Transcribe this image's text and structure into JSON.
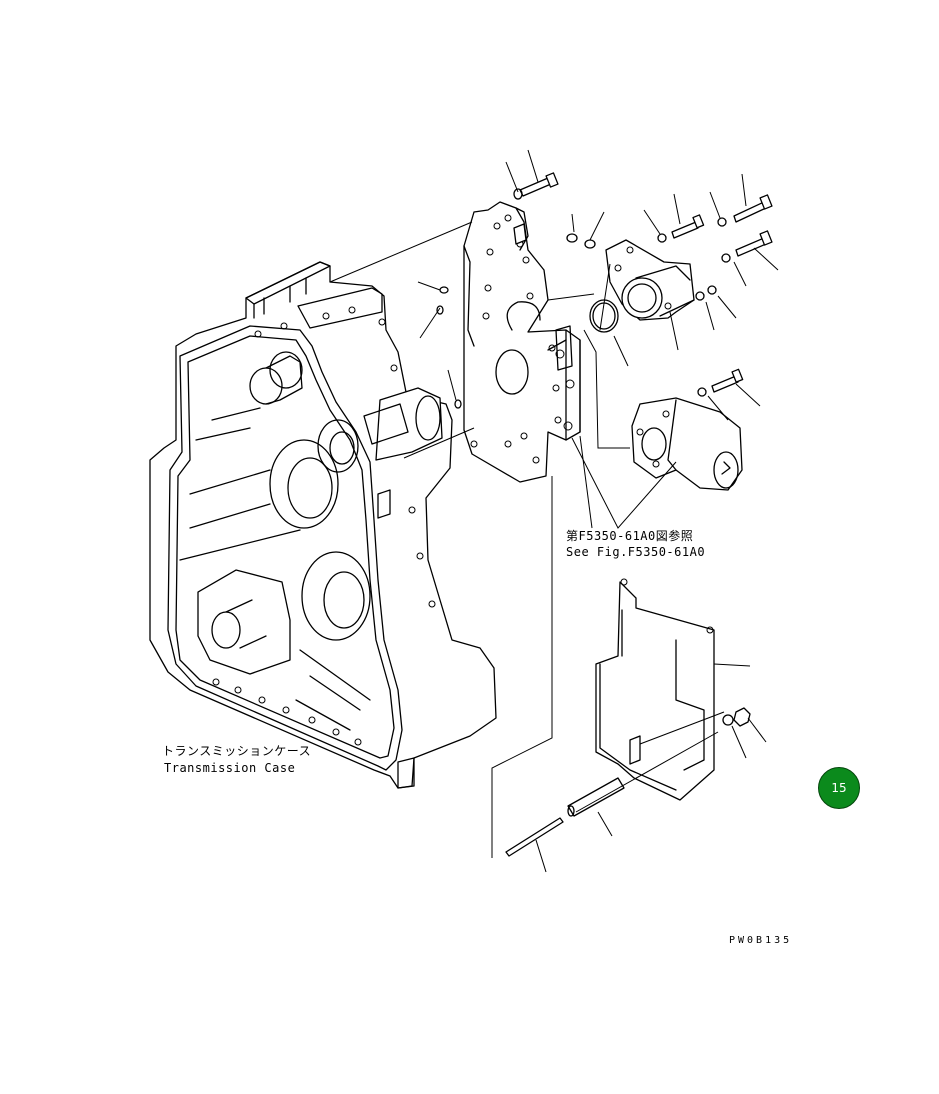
{
  "figure": {
    "case_label_ja": "トランスミッションケース",
    "case_label_en": "Transmission Case",
    "reference_label_ja": "第F5350-61A0図参照",
    "reference_label_en": "See Fig.F5350-61A0",
    "drawing_code": "PW0B135"
  },
  "page_badge": {
    "label": "15",
    "color": "#0b8a1c"
  }
}
